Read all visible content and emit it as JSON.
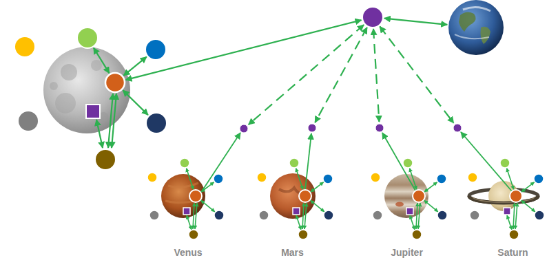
{
  "diagram": {
    "nodes": [
      {
        "text": [
          "Venus"
        ]
      },
      {
        "text": [
          "Mars"
        ]
      },
      {
        "text": [
          "Jupiter"
        ]
      },
      {
        "text": [
          "Saturn"
        ]
      }
    ]
  }
}
